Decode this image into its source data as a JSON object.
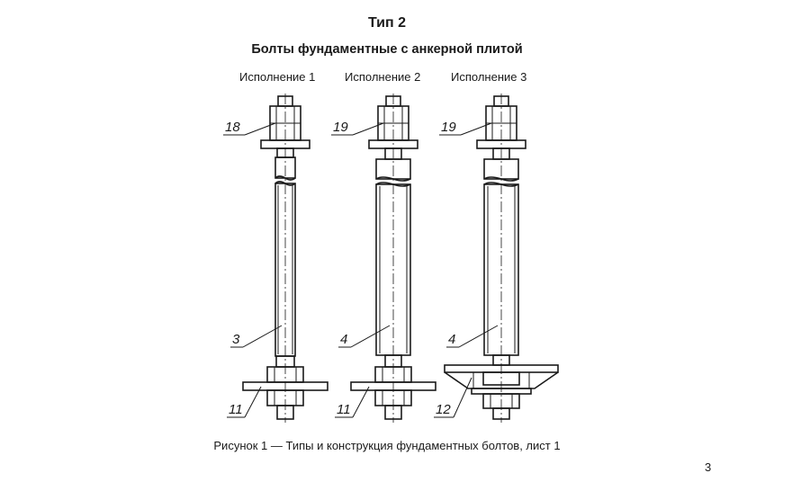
{
  "header": {
    "type_title": "Тип 2",
    "subtitle": "Болты фундаментные с анкерной плитой"
  },
  "variants": [
    {
      "label": "Исполнение 1",
      "callouts": {
        "nut": "18",
        "rod": "3",
        "plate": "11"
      }
    },
    {
      "label": "Исполнение 2",
      "callouts": {
        "nut": "19",
        "rod": "4",
        "plate": "11"
      }
    },
    {
      "label": "Исполнение 3",
      "callouts": {
        "nut": "19",
        "rod": "4",
        "plate": "12"
      }
    }
  ],
  "caption": "Рисунок 1 — Типы и конструкция фундаментных болтов, лист 1",
  "page_number": "3"
}
